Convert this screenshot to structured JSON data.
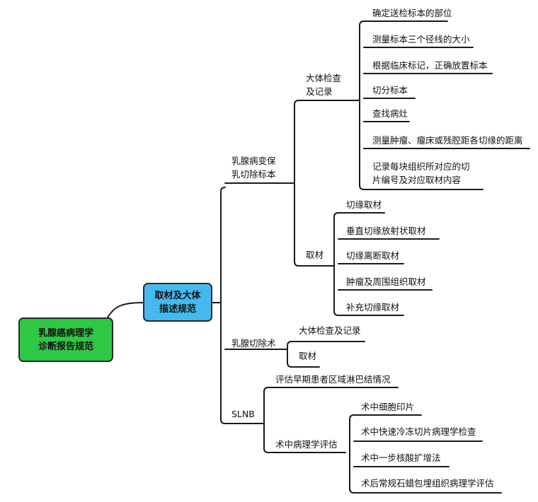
{
  "root": {
    "line1": "乳腺癌病理学",
    "line2": "诊断报告规范"
  },
  "level1": {
    "line1": "取材及大体",
    "line2": "描述规范"
  },
  "branches": {
    "conserve": {
      "line1": "乳腺病变保",
      "line2": "乳切除标本",
      "gross": {
        "line1": "大体检查",
        "line2": "及记录",
        "items": [
          "确定送检标本的部位",
          "测量标本三个径线的大小",
          "根据临床标记，正确放置标本",
          "切分标本",
          "查找病灶",
          "测量肿瘤、瘤床或残腔距各切缘的距离",
          "记录每块组织所对应的切",
          "片编号及对应取材内容"
        ]
      },
      "sampling": {
        "label": "取材",
        "items": [
          "切缘取材",
          "垂直切缘放射状取材",
          "切缘离断取材",
          "肿瘤及周围组织取材",
          "补充切缘取材"
        ]
      }
    },
    "mastectomy": {
      "label": "乳腺切除术",
      "items": [
        "大体检查及记录",
        "取材"
      ]
    },
    "slnb": {
      "label": "SLNB",
      "assess": "评估早期患者区域淋巴结情况",
      "intraop": {
        "label": "术中病理学评估",
        "items": [
          "术中细胞印片",
          "术中快速冷冻切片病理学检查",
          "术中一步核酸扩增法",
          "术后常规石蜡包埋组织病理学评估"
        ]
      }
    }
  }
}
